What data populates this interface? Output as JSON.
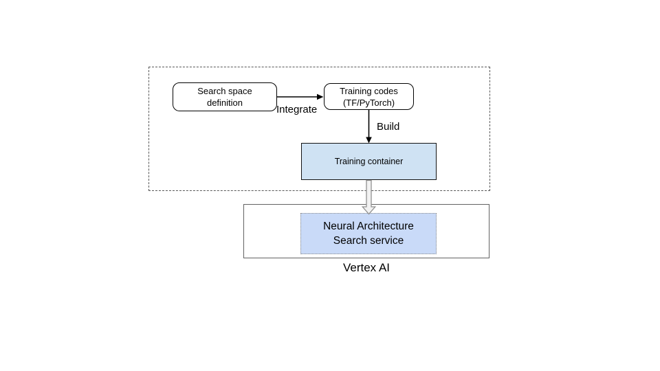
{
  "diagram": {
    "nodes": {
      "search_space": {
        "line1": "Search space",
        "line2": "definition"
      },
      "training_codes": {
        "line1": "Training codes",
        "line2": "(TF/PyTorch)"
      },
      "training_container": {
        "label": "Training container"
      },
      "nas_service": {
        "line1": "Neural Architecture",
        "line2": "Search service"
      }
    },
    "edge_labels": {
      "integrate": "Integrate",
      "build": "Build"
    },
    "platform_label": "Vertex AI",
    "colors": {
      "training_container_fill": "#cfe2f3",
      "nas_service_fill": "#c9daf8",
      "thin_arrow": "#000000",
      "block_arrow_fill": "#f2f2f2",
      "block_arrow_stroke": "#909090"
    }
  }
}
